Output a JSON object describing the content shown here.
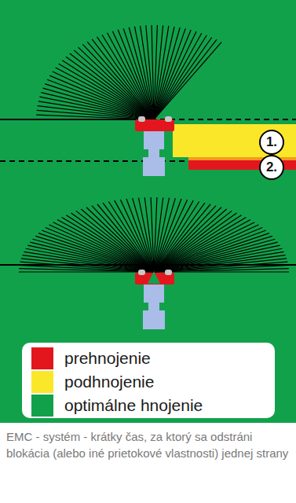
{
  "diagram": {
    "caption": "EMC - systém - krátky čas,  za ktorý sa odstráni blokácia (alebo iné prietokové vlastnosti) jednej strany",
    "labels": [
      "1.",
      "2."
    ],
    "legend": [
      {
        "text": "prehnojenie",
        "color": "#e3161e"
      },
      {
        "text": "podhnojenie",
        "color": "#fbe72a"
      },
      {
        "text": "optimálne hnojenie",
        "color": "#12a14b"
      }
    ]
  }
}
